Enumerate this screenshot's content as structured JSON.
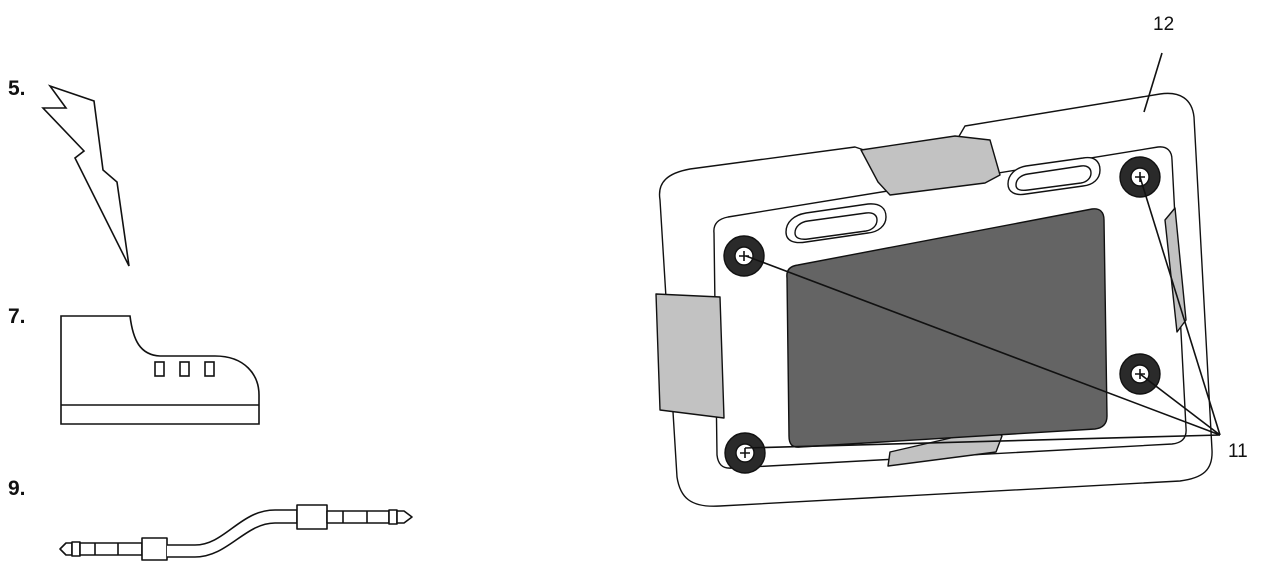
{
  "items": [
    {
      "number": "5.",
      "icon": "lightning-bolt-icon"
    },
    {
      "number": "7.",
      "icon": "boot-icon"
    },
    {
      "number": "9.",
      "icon": "audio-cable-icon"
    }
  ],
  "device": {
    "callouts": {
      "case": "12",
      "screws": "11"
    }
  },
  "colors": {
    "line": "#111111",
    "screen": "#646464",
    "bumper_grey": "#c2c2c2",
    "screw_dark": "#2a2a2a"
  }
}
